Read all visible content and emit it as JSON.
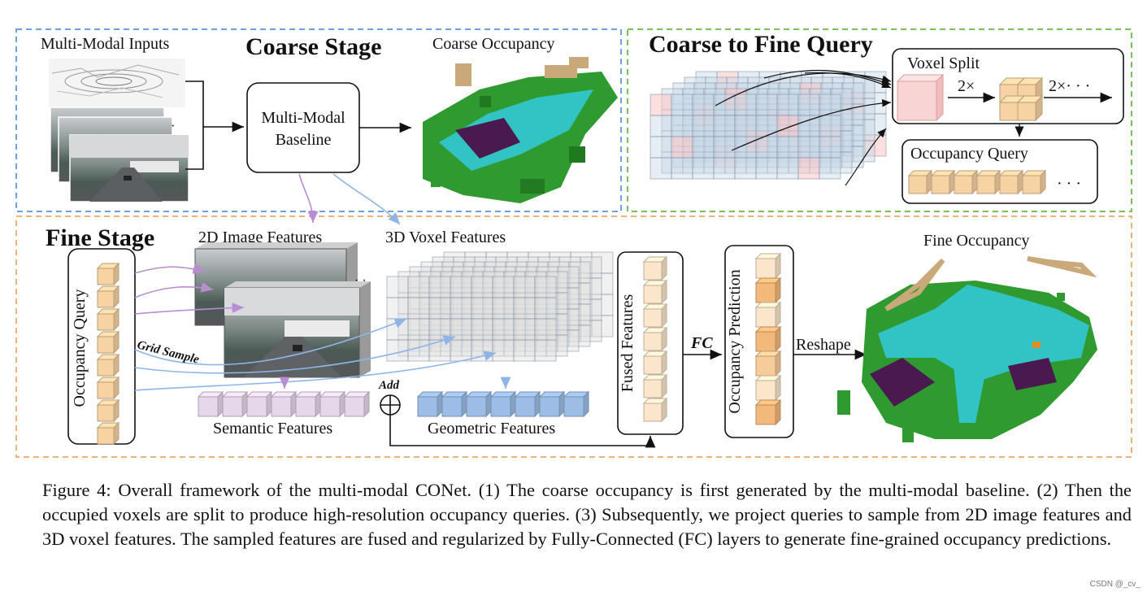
{
  "colors": {
    "coarse_border": "#6fa0e0",
    "coarse_title": "#1f4e99",
    "query_border": "#7cc25b",
    "query_title": "#4f9a28",
    "fine_border": "#f0b27a",
    "fine_title": "#d9771f",
    "cube_orange": "#f7d2a3",
    "cube_pink": "#f9d4d4",
    "cube_purple": "#e6d7ea",
    "cube_blue": "#9dbde6",
    "arrow_purple": "#b98cd3",
    "arrow_blue": "#8fb5e8",
    "occ_teal": "#32c4c4",
    "occ_green": "#2f9a2f",
    "occ_tan": "#c9a97a",
    "occ_purple": "#4a1950"
  },
  "coarse_stage": {
    "title": "Coarse Stage",
    "inputs_label": "Multi-Modal Inputs",
    "baseline_line1": "Multi-Modal",
    "baseline_line2": "Baseline",
    "coarse_occupancy_label": "Coarse Occupancy"
  },
  "query_stage": {
    "title": "Coarse to Fine Query",
    "voxel_split_label": "Voxel Split",
    "factor_1": "2×",
    "factor_2": "2×· · ·",
    "occupancy_query_label": "Occupancy Query",
    "ellipsis": "· · ·"
  },
  "fine_stage": {
    "title": "Fine Stage",
    "image_features_label": "2D Image Features",
    "voxel_features_label": "3D Voxel Features",
    "occupancy_query_label": "Occupancy Query",
    "grid_sample_label": "Grid Sample",
    "semantic_label": "Semantic Features",
    "geometric_label": "Geometric Features",
    "add_label": "Add",
    "fused_label": "Fused Features",
    "fc_label": "FC",
    "prediction_label": "Occupancy Prediction",
    "reshape_label": "Reshape",
    "fine_occupancy_label": "Fine Occupancy",
    "ellipsis": "· ·"
  },
  "caption": "Figure 4: Overall framework of the multi-modal CONet. (1) The coarse occupancy is first generated by the multi-modal baseline. (2) Then the occupied voxels are split to produce high-resolution occupancy queries. (3) Subsequently, we project queries to sample from 2D image features and 3D voxel features. The sampled features are fused and regularized by Fully-Connected (FC) layers to generate fine-grained occupancy predictions.",
  "watermark": "CSDN @_cv_"
}
